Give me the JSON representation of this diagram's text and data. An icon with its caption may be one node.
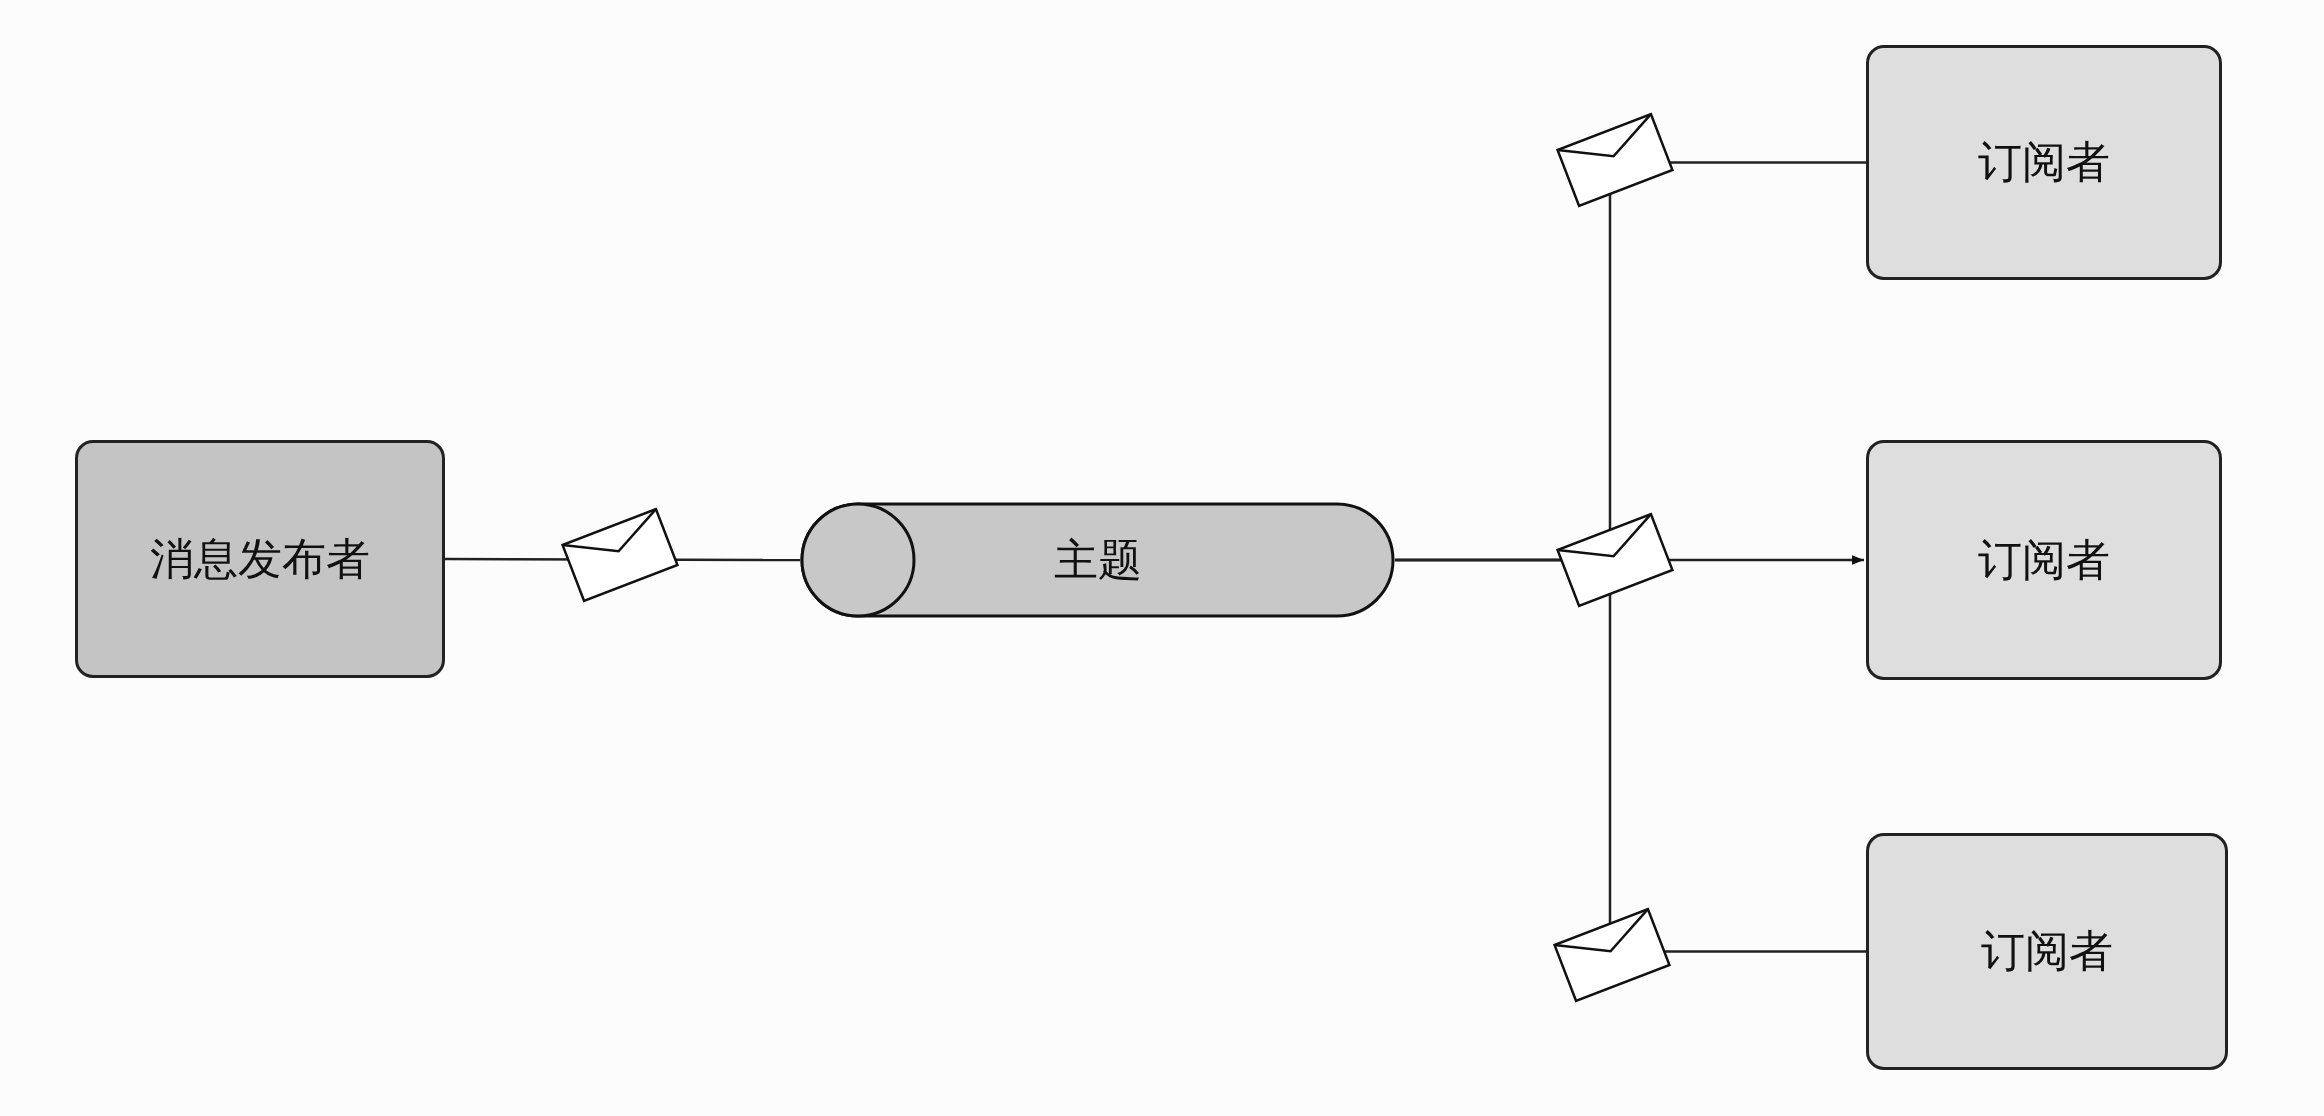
{
  "diagram": {
    "nodes": [
      {
        "text": [
          "消息发布者"
        ]
      },
      {
        "text": [
          "主题"
        ]
      },
      {
        "text": [
          "订阅者"
        ]
      },
      {
        "text": [
          "订阅者"
        ]
      },
      {
        "text": [
          "订阅者"
        ]
      }
    ],
    "edges": [
      {
        "from": 0,
        "to": 1,
        "arrow": "none"
      },
      {
        "from": 1,
        "to": 2,
        "arrow": "none"
      },
      {
        "from": 1,
        "to": 3,
        "arrow": "to"
      },
      {
        "from": 1,
        "to": 4,
        "arrow": "none"
      }
    ]
  }
}
